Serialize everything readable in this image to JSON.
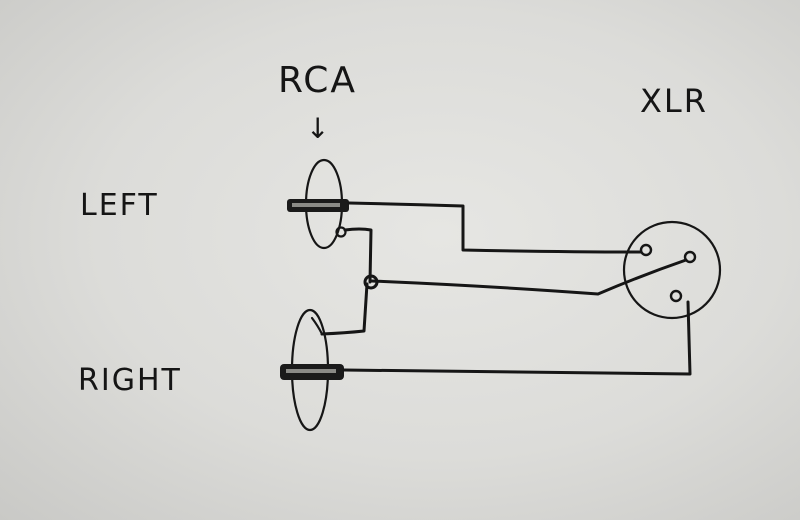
{
  "labels": {
    "rca": "RCA",
    "arrow": "↓",
    "xlr": "XLR",
    "left": "LEFT",
    "right": "RIGHT"
  },
  "colors": {
    "paper": "#e3e3e0",
    "ink": "#161616"
  }
}
